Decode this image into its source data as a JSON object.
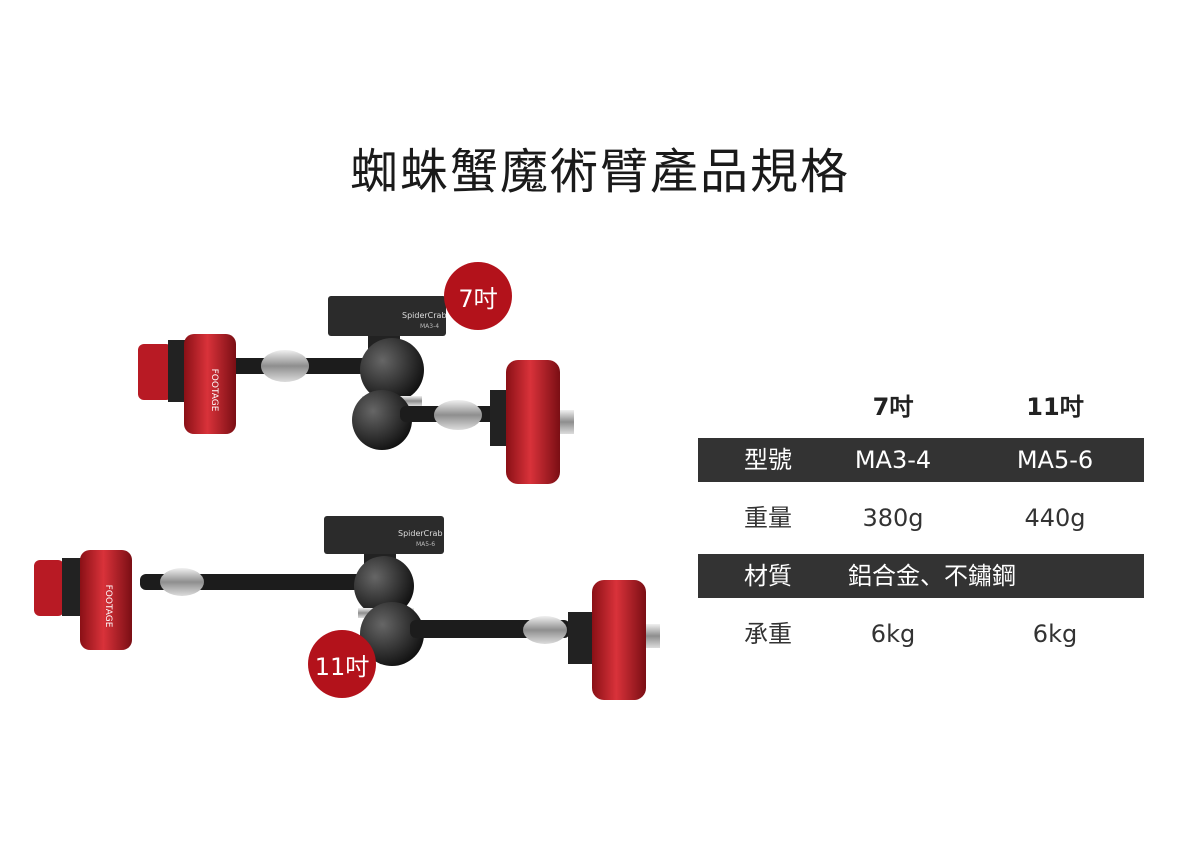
{
  "page": {
    "title": "蜘蛛蟹魔術臂產品規格"
  },
  "badges": {
    "small": "7吋",
    "large": "11吋"
  },
  "product_labels": {
    "brand_small": "SpiderCrab",
    "model_small": "MA3-4",
    "brand_large": "SpiderCrab",
    "model_large": "MA5-6",
    "clamp_brand": "FOOTAGE"
  },
  "specs": {
    "columns": [
      "7吋",
      "11吋"
    ],
    "model": {
      "label": "型號",
      "a": "MA3-4",
      "b": "MA5-6"
    },
    "weight": {
      "label": "重量",
      "a": "380g",
      "b": "440g"
    },
    "material": {
      "label": "材質",
      "value": "鋁合金、不鏽鋼"
    },
    "load": {
      "label": "承重",
      "a": "6kg",
      "b": "6kg"
    }
  },
  "colors": {
    "accent_red": "#b3121b",
    "dark_row": "#333333",
    "clamp_red": "#c8202a"
  }
}
